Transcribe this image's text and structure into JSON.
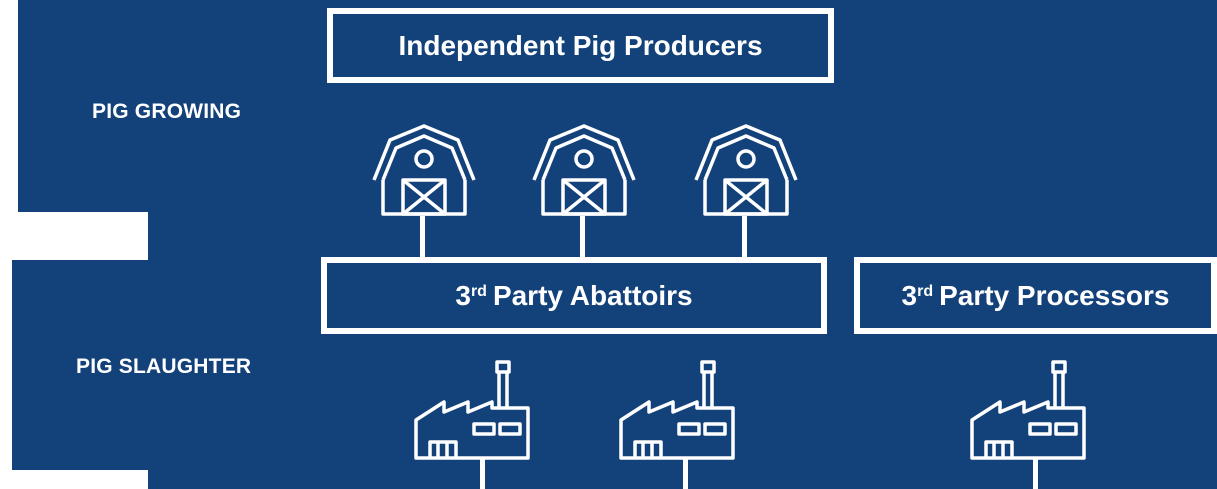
{
  "rows": [
    {
      "label": "PIG GROWING"
    },
    {
      "label": "PIG SLAUGHTER"
    }
  ],
  "boxes": {
    "producers": {
      "text": "Independent Pig Producers"
    },
    "abattoirs": {
      "prefix": "3",
      "sup": "rd",
      "text": "Party Abattoirs"
    },
    "processors": {
      "prefix": "3",
      "sup": "rd",
      "text": "Party Processors"
    }
  },
  "icons": {
    "barn": "barn-icon",
    "factory": "factory-icon"
  },
  "colors": {
    "background": "#13417a",
    "foreground": "#ffffff"
  }
}
